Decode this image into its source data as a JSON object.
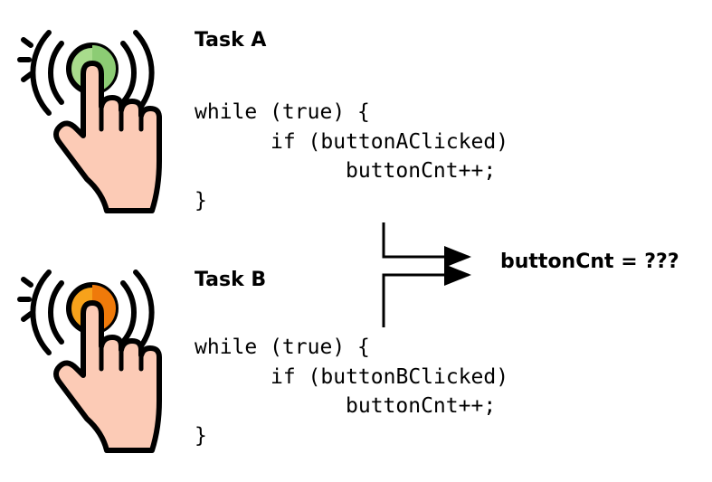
{
  "task_a": {
    "title": "Task A",
    "code_lines": [
      "while (true) {",
      "if (buttonAClicked)",
      "buttonCnt++;",
      "}"
    ],
    "button_color": "#a8dc8c",
    "button_color_dark": "#8ccc74"
  },
  "task_b": {
    "title": "Task B",
    "code_lines": [
      "while (true) {",
      "if (buttonBClicked)",
      "buttonCnt++;",
      "}"
    ],
    "button_color": "#f7a21b",
    "button_color_dark": "#ef7a0a"
  },
  "result_label": "buttonCnt = ???",
  "hand_icon": "pointing-hand-press-icon",
  "skin_color": "#fccbb6"
}
